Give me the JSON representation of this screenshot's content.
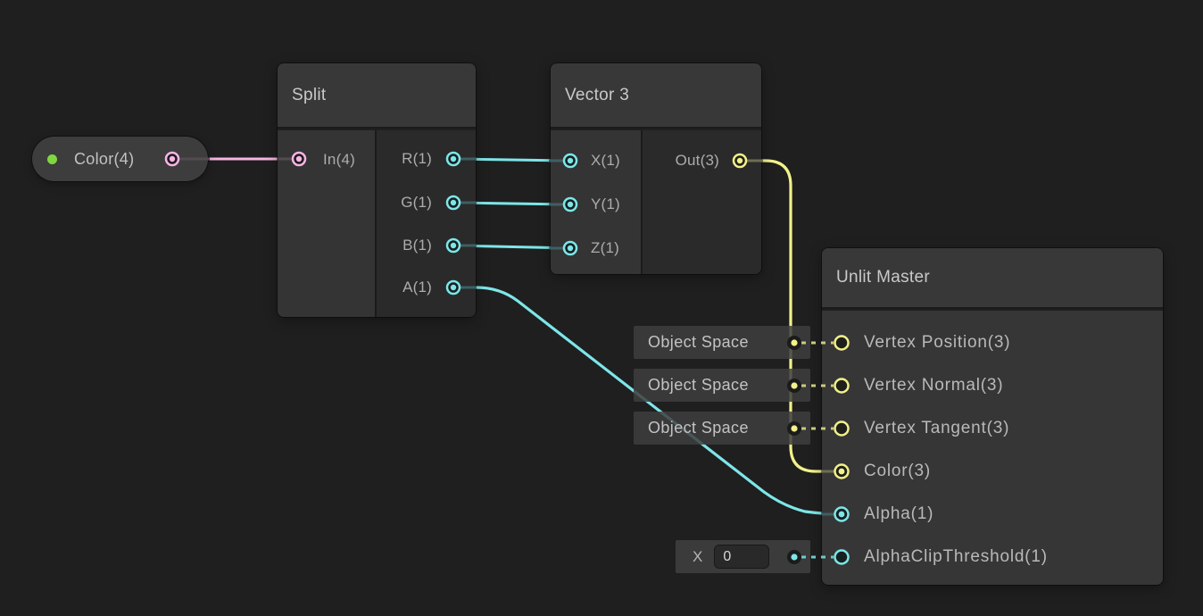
{
  "app": "shader-graph-editor",
  "colors": {
    "background": "#1f1f1f",
    "wire_pink": "#f7b5e4",
    "wire_cyan": "#7ee6e9",
    "wire_yellow": "#f2f18b",
    "exposed_green": "#80d73f"
  },
  "property_node": {
    "label": "Color(4)"
  },
  "nodes": {
    "split": {
      "title": "Split",
      "in": "In(4)",
      "outs": [
        "R(1)",
        "G(1)",
        "B(1)",
        "A(1)"
      ]
    },
    "vector3": {
      "title": "Vector 3",
      "ins": [
        "X(1)",
        "Y(1)",
        "Z(1)"
      ],
      "out": "Out(3)"
    },
    "master": {
      "title": "Unlit Master",
      "ports": [
        {
          "label": "Vertex Position(3)",
          "connected": false
        },
        {
          "label": "Vertex Normal(3)",
          "connected": false
        },
        {
          "label": "Vertex Tangent(3)",
          "connected": false
        },
        {
          "label": "Color(3)",
          "connected": true
        },
        {
          "label": "Alpha(1)",
          "connected": true
        },
        {
          "label": "AlphaClipThreshold(1)",
          "connected": false
        }
      ]
    }
  },
  "controls": {
    "dropdowns": [
      "Object Space",
      "Object Space",
      "Object Space"
    ],
    "field": {
      "label": "X",
      "value": "0"
    }
  },
  "edges": [
    {
      "from": "Color(4)",
      "to": "Split.In(4)",
      "color": "pink"
    },
    {
      "from": "Split.R(1)",
      "to": "Vector 3.X(1)",
      "color": "cyan"
    },
    {
      "from": "Split.G(1)",
      "to": "Vector 3.Y(1)",
      "color": "cyan"
    },
    {
      "from": "Split.B(1)",
      "to": "Vector 3.Z(1)",
      "color": "cyan"
    },
    {
      "from": "Split.A(1)",
      "to": "Unlit Master.Alpha(1)",
      "color": "cyan"
    },
    {
      "from": "Vector 3.Out(3)",
      "to": "Unlit Master.Color(3)",
      "color": "yellow"
    }
  ]
}
